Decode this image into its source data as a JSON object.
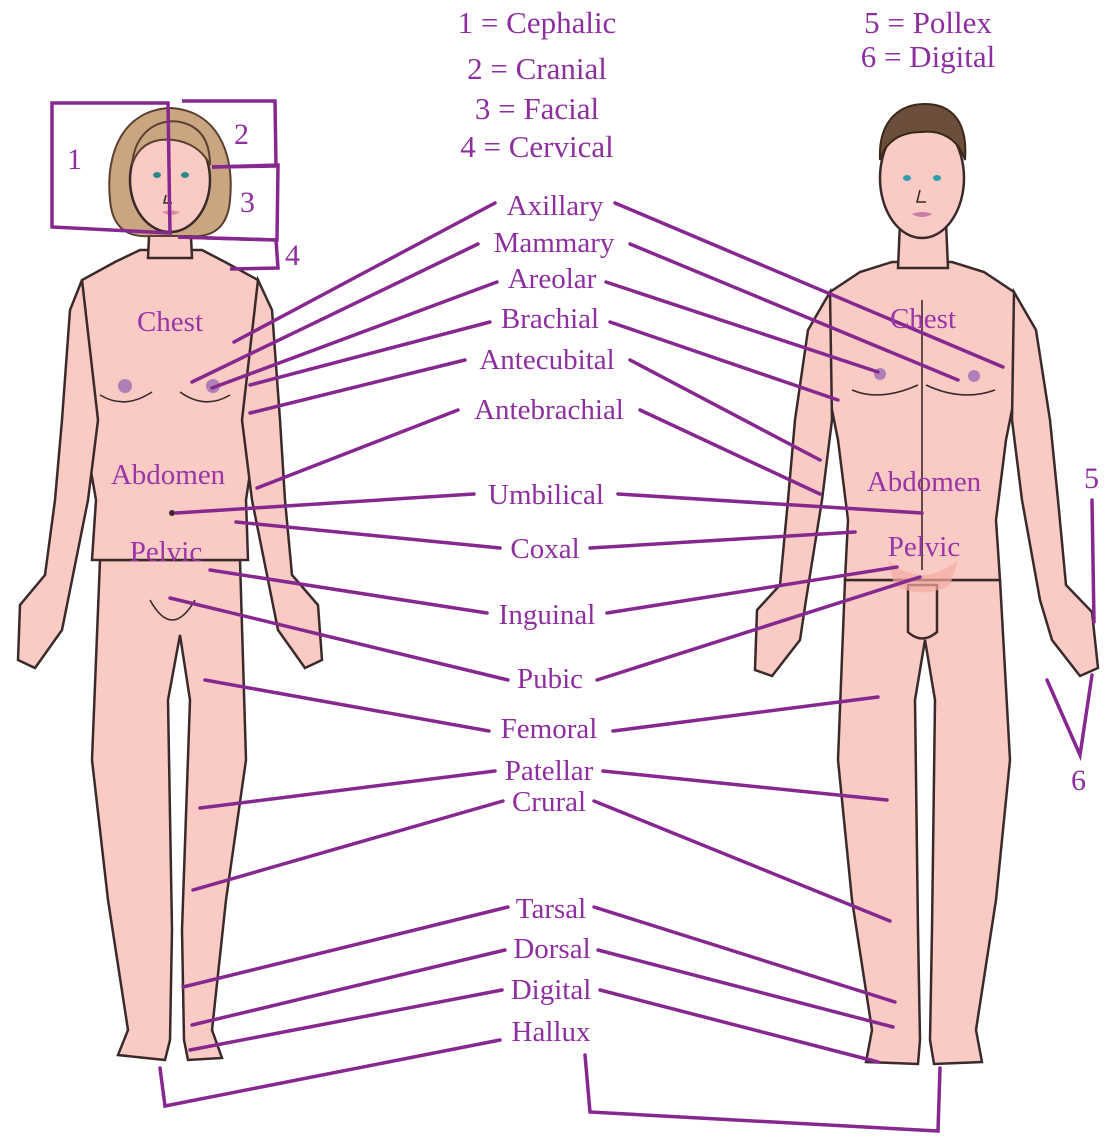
{
  "key_top_center": [
    "1 = Cephalic",
    "2 = Cranial",
    "3 = Facial",
    "4 = Cervical"
  ],
  "key_top_right": [
    "5 = Pollex",
    "6 = Digital"
  ],
  "box_numbers": [
    "1",
    "2",
    "3",
    "4"
  ],
  "hand_numbers": [
    "5",
    "6"
  ],
  "center_labels": [
    "Axillary",
    "Mammary",
    "Areolar",
    "Brachial",
    "Antecubital",
    "Antebrachial",
    "Umbilical",
    "Coxal",
    "Inguinal",
    "Pubic",
    "Femoral",
    "Patellar",
    "Crural",
    "Tarsal",
    "Dorsal",
    "Digital",
    "Hallux"
  ],
  "female_regions": {
    "chest": "Chest",
    "abdomen": "Abdomen",
    "pelvic": "Pelvic"
  },
  "male_regions": {
    "chest": "Chest",
    "abdomen": "Abdomen",
    "pelvic": "Pelvic"
  },
  "colors": {
    "label": "#8e2fa0",
    "leader": "#86288f",
    "skin": "#f9cbc4"
  }
}
